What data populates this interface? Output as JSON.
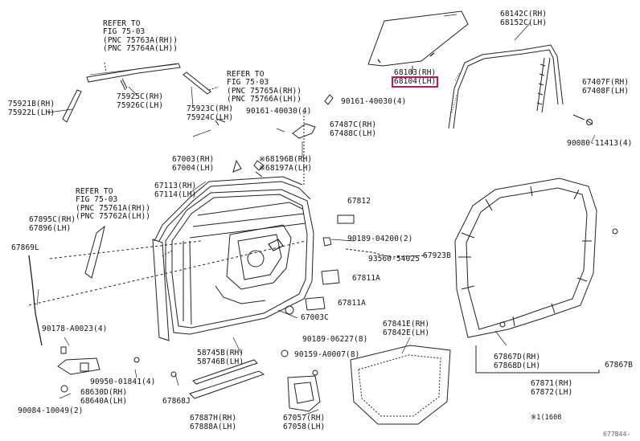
{
  "diagram": {
    "highlight_color": "#c2185b",
    "labels": {
      "refer_upper": [
        "REFER TO",
        "FIG 75-03",
        "(PNC 75763A(RH))",
        "(PNC 75764A(LH))"
      ],
      "refer_mid": [
        "REFER TO",
        "FIG 75-03",
        "(PNC 75765A(RH))",
        "(PNC 75766A(LH))"
      ],
      "refer_left": [
        "REFER TO",
        "FIG 75-03",
        "(PNC 75761A(RH))",
        "(PNC 75762A(LH))"
      ],
      "p75921": [
        "75921B(RH)",
        "75922L(LH)"
      ],
      "p75925": [
        "75925C(RH)",
        "75926C(LH)"
      ],
      "p75923": [
        "75923C(RH)",
        "75924C(LH)"
      ],
      "p68103": [
        "68103(RH)"
      ],
      "p68104": [
        "68104(LH)"
      ],
      "p68142": [
        "68142C(RH)",
        "68152C(LH)"
      ],
      "p67407": [
        "67407F(RH)",
        "67408F(LH)"
      ],
      "p90080": [
        "90080-11413(4)"
      ],
      "p90161a": [
        "90161-40030(4)"
      ],
      "p90161b": [
        "90161-40030(4)"
      ],
      "p67487": [
        "67487C(RH)",
        "67488C(LH)"
      ],
      "p67003": [
        "67003(RH)",
        "67004(LH)"
      ],
      "p68196": [
        "※68196B(RH)",
        "※68197A(LH)"
      ],
      "p67113": [
        "67113(RH)",
        "67114(LH)"
      ],
      "p67812": [
        "67812"
      ],
      "p67895": [
        "67895C(RH)",
        "67896(LH)"
      ],
      "p67869": [
        "67869L"
      ],
      "p90189a": [
        "90189-04200(2)"
      ],
      "p93560": [
        "93560-54025"
      ],
      "p67923": [
        "67923B"
      ],
      "p67811": [
        "67811A"
      ],
      "p67003c": [
        "67003C"
      ],
      "p90178": [
        "90178-A0023(4)"
      ],
      "p58745": [
        "58745B(RH)",
        "58746B(LH)"
      ],
      "p90189b": [
        "90189-06227(8)"
      ],
      "p90159": [
        "90159-A0007(8)"
      ],
      "p67841": [
        "67841E(RH)",
        "67842E(LH)"
      ],
      "p67867d": [
        "67867D(RH)",
        "67868D(LH)"
      ],
      "p67867b": [
        "67867B"
      ],
      "p90950": [
        "90950-01841(4)"
      ],
      "p68630": [
        "68630D(RH)",
        "68640A(LH)"
      ],
      "p67868": [
        "67868J"
      ],
      "p90084": [
        "90084-10049(2)"
      ],
      "p67871": [
        "67871(RH)",
        "67872(LH)"
      ],
      "p67887": [
        "67887H(RH)",
        "67888A(LH)"
      ],
      "p67057": [
        "67057(RH)",
        "67058(LH)"
      ],
      "note": [
        "※1(1608"
      ],
      "figno": [
        "677B44-"
      ]
    }
  }
}
